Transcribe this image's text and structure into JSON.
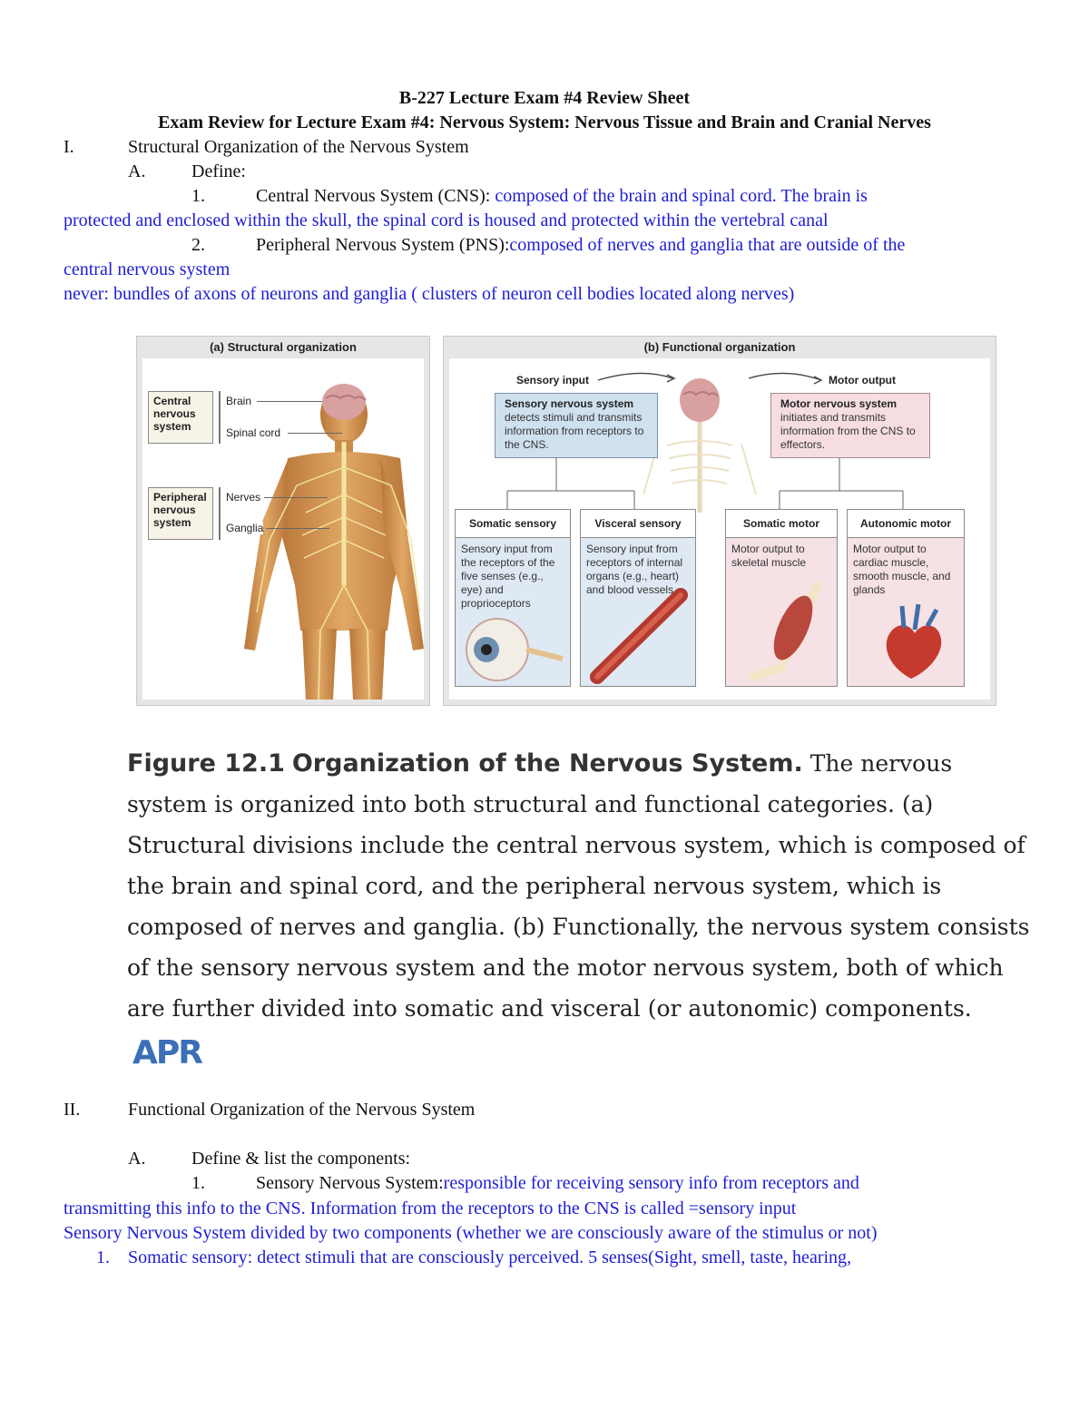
{
  "header": {
    "title": "B-227 Lecture Exam #4 Review Sheet",
    "subtitle": "Exam Review for Lecture Exam #4:  Nervous System: Nervous Tissue and Brain and Cranial Nerves"
  },
  "section1": {
    "numeral": "I.",
    "heading": "Structural Organization of the Nervous System",
    "a_letter": "A.",
    "a_label": "Define:",
    "item1_num": "1.",
    "item1_term": "Central Nervous System (CNS):",
    "item1_def_line1": " composed of the brain and spinal cord. The brain is",
    "item1_def_line2": "protected and enclosed within the skull, the spinal cord is housed and protected within the vertebral canal",
    "item2_num": "2.",
    "item2_term": "Peripheral Nervous System (PNS):",
    "item2_def_line1": "composed of nerves and ganglia that are outside of the",
    "item2_def_line2": "central nervous system",
    "note": "never: bundles of axons of neurons and ganglia ( clusters of neuron cell bodies located along nerves)"
  },
  "figure": {
    "panel_a_title": "(a) Structural organization",
    "cns_box": "Central nervous system",
    "brain_label": "Brain",
    "spinal_label": "Spinal cord",
    "pns_box": "Peripheral nervous system",
    "nerves_label": "Nerves",
    "ganglia_label": "Ganglia",
    "panel_b_title": "(b) Functional organization",
    "sensory_input": "Sensory input",
    "motor_output": "Motor output",
    "sensory_box_title": "Sensory nervous system",
    "sensory_box_text": "detects stimuli and transmits information from receptors to the CNS.",
    "motor_box_title": "Motor nervous system",
    "motor_box_text": "initiates and transmits information from the CNS to effectors.",
    "col1_head": "Somatic sensory",
    "col1_text": "Sensory input from the receptors of the five senses (e.g., eye) and proprioceptors",
    "col2_head": "Visceral sensory",
    "col2_text": "Sensory input from receptors of internal organs (e.g., heart) and blood vessels",
    "col3_head": "Somatic motor",
    "col3_text": "Motor output to skeletal muscle",
    "col4_head": "Autonomic motor",
    "col4_text": "Motor output to cardiac muscle, smooth muscle, and glands"
  },
  "caption": {
    "label": "Figure 12.1",
    "heading": "Organization of the Nervous System.",
    "line1_rest": " The nervous",
    "line2": "system is organized into both structural and functional categories. (a)",
    "line3": "Structural divisions include the central nervous system, which is composed of",
    "line4": "the brain and spinal cord, and the peripheral nervous system, which is",
    "line5": "composed of nerves and ganglia. (b) Functionally, the nervous system consists",
    "line6": "of the sensory nervous system and the motor nervous system, both of which",
    "line7": "are further divided into somatic and visceral (or autonomic) components.",
    "logo_text": "APR"
  },
  "section2": {
    "numeral": "II.",
    "heading": "Functional Organization of the Nervous System",
    "a_letter": "A.",
    "a_label": "Define & list the components:",
    "item1_num": "1.",
    "item1_term": "Sensory Nervous System:",
    "item1_def_line1": "responsible for receiving sensory info from receptors and",
    "item1_def_line2": "transmitting this info to the CNS. Information from the receptors to the CNS is called =sensory input",
    "note": "Sensory Nervous System divided by two components (whether we are consciously aware of the stimulus or not)",
    "sub1_num": "1.",
    "sub1_text": "Somatic sensory: detect stimuli that are consciously perceived. 5 senses(Sight, smell, taste, hearing,"
  },
  "colors": {
    "blue_text": "#1d1dd6",
    "sensory_box": "#cfe0ef",
    "motor_box": "#f6dde2"
  }
}
